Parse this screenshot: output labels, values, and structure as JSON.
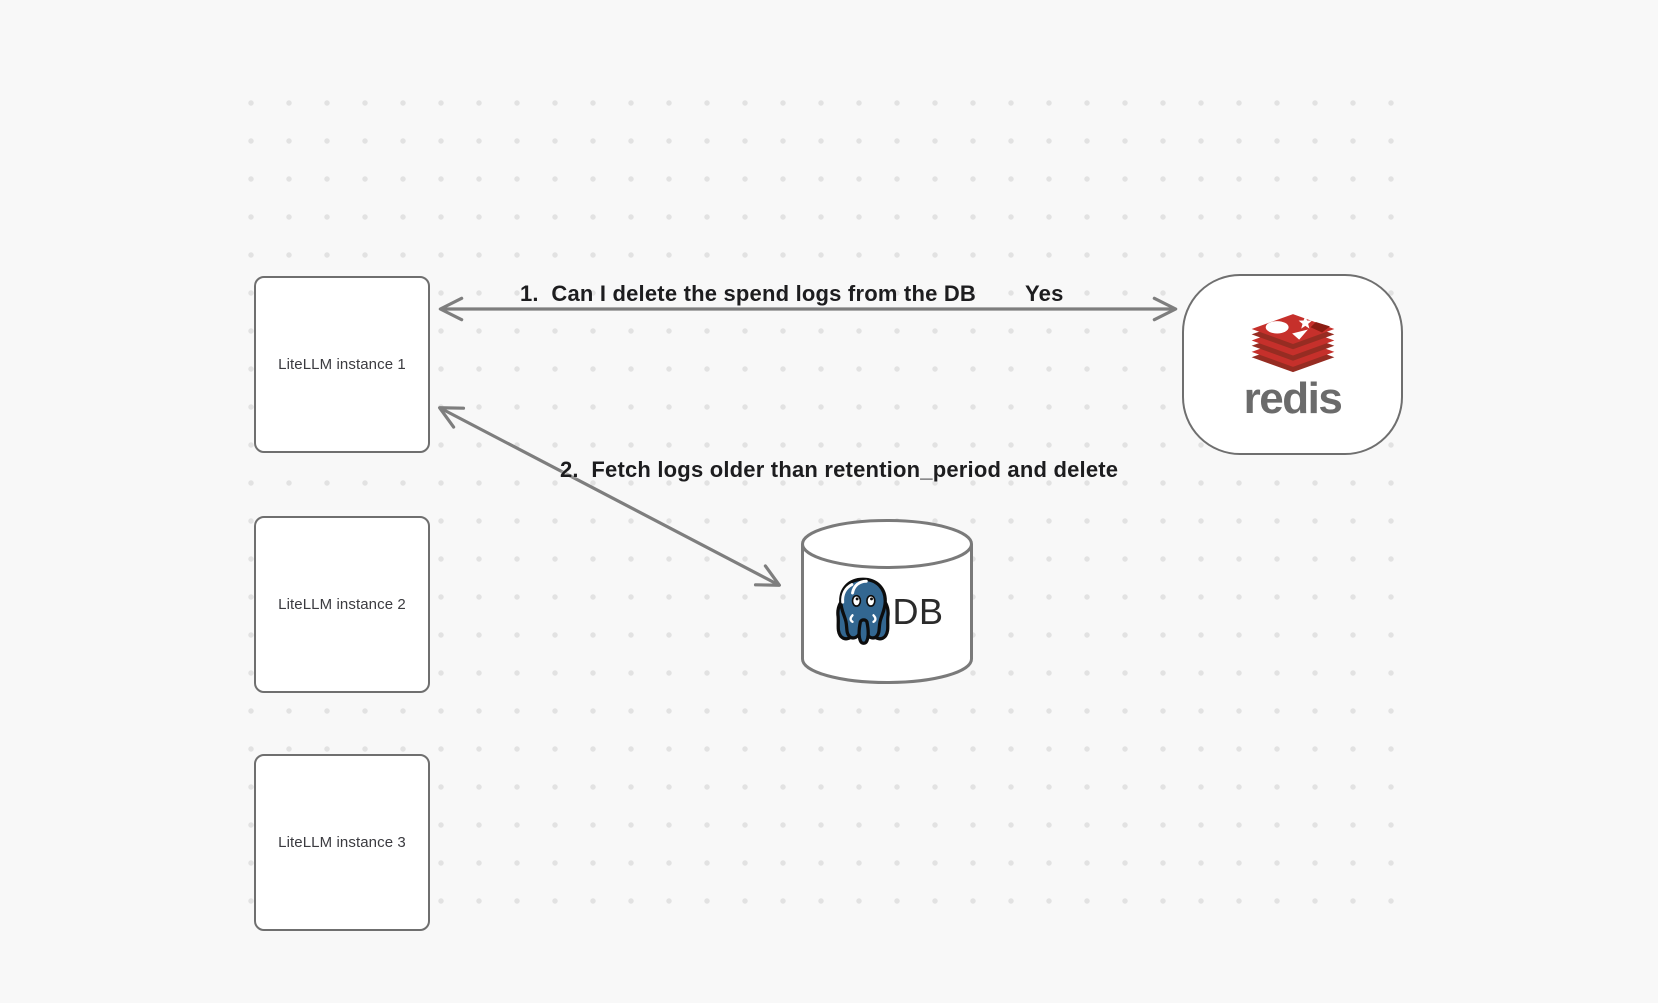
{
  "canvas": {
    "background_color": "#f8f8f8",
    "dot_color": "#e2e2e2",
    "node_border_color": "#6f6f6f",
    "arrow_color": "#7e7e7e",
    "label_color": "#1d1d1f"
  },
  "nodes": {
    "litellm_instances": [
      {
        "label": "LiteLLM instance 1"
      },
      {
        "label": "LiteLLM instance 2"
      },
      {
        "label": "LiteLLM instance 3"
      }
    ],
    "redis": {
      "label": "redis",
      "logo_red": "#c6302b",
      "logo_dark_red": "#962c22",
      "logo_notch_red": "#8b1c12",
      "wordmark_color": "#6b6b6b"
    },
    "db": {
      "label": "DB",
      "elephant_blue": "#336791"
    }
  },
  "arrows": [
    {
      "labels": [
        "1.  Can I delete the spend logs from the DB",
        "Yes"
      ],
      "from": "LiteLLM instance 1",
      "to": "redis",
      "double_headed": true
    },
    {
      "label": "2.  Fetch logs older than retention_period and delete",
      "from": "LiteLLM instance 1",
      "to": "DB",
      "double_headed": true
    }
  ]
}
